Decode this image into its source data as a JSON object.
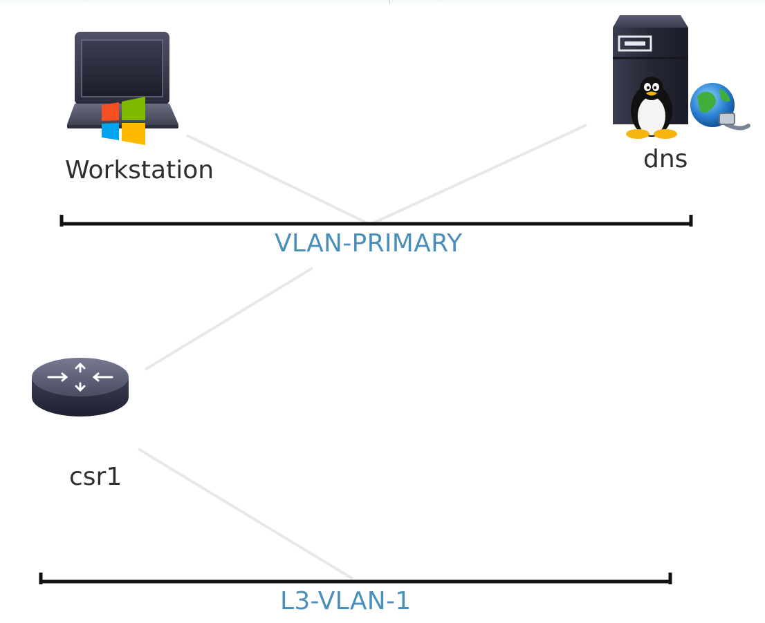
{
  "nodes": {
    "workstation": {
      "label": "Workstation"
    },
    "dns": {
      "label": "dns"
    },
    "csr1": {
      "label": "csr1"
    }
  },
  "segments": {
    "vlan_primary": {
      "label": "VLAN-PRIMARY"
    },
    "l3_vlan_1": {
      "label": "L3-VLAN-1"
    }
  },
  "colors": {
    "segment_label": "#4a8fb9",
    "segment_bar": "#111111",
    "link": "#e6e6e6",
    "node_label": "#2e2e2e"
  },
  "icons": {
    "workstation": "windows-laptop-icon",
    "dns": "linux-server-icon",
    "dns_badge": "globe-network-icon",
    "csr1": "router-icon"
  }
}
